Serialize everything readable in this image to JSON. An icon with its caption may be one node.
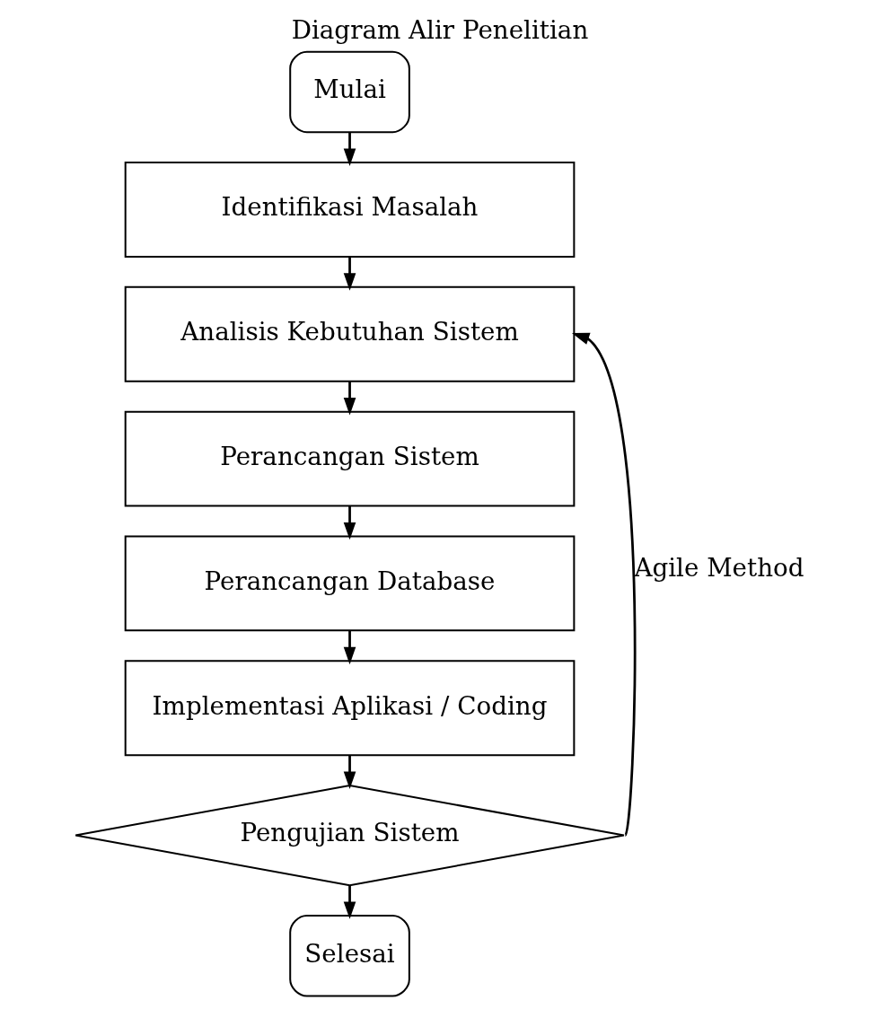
{
  "diagram": {
    "title": "Diagram Alir Penelitian",
    "nodes": [
      {
        "text": [
          "Mulai"
        ]
      },
      {
        "text": [
          "Identifikasi Masalah"
        ]
      },
      {
        "text": [
          "Analisis Kebutuhan Sistem"
        ]
      },
      {
        "text": [
          "Perancangan Sistem"
        ]
      },
      {
        "text": [
          "Perancangan Database"
        ]
      },
      {
        "text": [
          "Implementasi Aplikasi / Coding"
        ]
      },
      {
        "text": [
          "Pengujian Sistem"
        ]
      },
      {
        "text": [
          "Selesai"
        ]
      }
    ],
    "edges": [
      {
        "from": 0,
        "to": 1,
        "arrow": "to"
      },
      {
        "from": 1,
        "to": 2,
        "arrow": "to"
      },
      {
        "from": 2,
        "to": 3,
        "arrow": "to"
      },
      {
        "from": 3,
        "to": 4,
        "arrow": "to"
      },
      {
        "from": 4,
        "to": 5,
        "arrow": "to"
      },
      {
        "from": 5,
        "to": 6,
        "arrow": "to"
      },
      {
        "from": 6,
        "to": 7,
        "arrow": "to"
      },
      {
        "from": 6,
        "to": 2,
        "arrow": "to",
        "label": "Agile Method"
      }
    ]
  }
}
